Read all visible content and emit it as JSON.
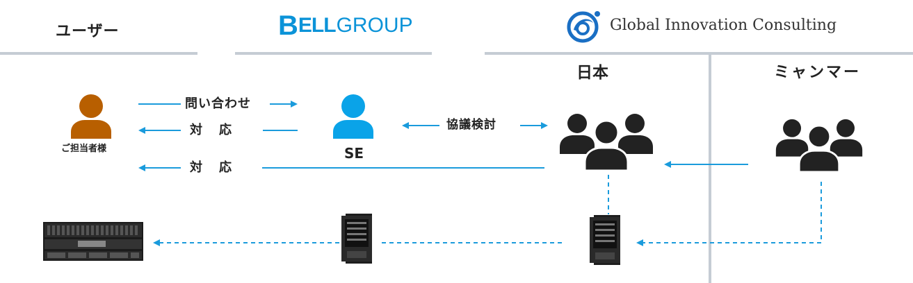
{
  "header": {
    "user_label": "ユーザー",
    "bell_logo": {
      "b": "B",
      "ell": "ELL",
      "group": "GROUP"
    },
    "gic_logo_text": "Global Innovation Consulting"
  },
  "regions": {
    "japan": "日本",
    "myanmar": "ミャンマー"
  },
  "actors": {
    "customer": "ご担当者様",
    "se": "SE"
  },
  "arrows": {
    "inquiry": "問い合わせ",
    "response1": "対　応",
    "response2": "対　応",
    "consult": "協議検討"
  },
  "colors": {
    "accent": "#1a9bdc",
    "person_orange": "#b85f00",
    "person_blue": "#0aa3e8",
    "dark": "#222222",
    "divider": "#c5ccd4",
    "bell_blue": "#0b93d8"
  },
  "icons": {
    "customer": "person-icon",
    "se": "person-icon",
    "japan_team": "group-icon",
    "myanmar_team": "group-icon",
    "storage": "rack-server-icon",
    "server": "tower-server-icon",
    "gic_logo": "swirl-logo-icon"
  }
}
